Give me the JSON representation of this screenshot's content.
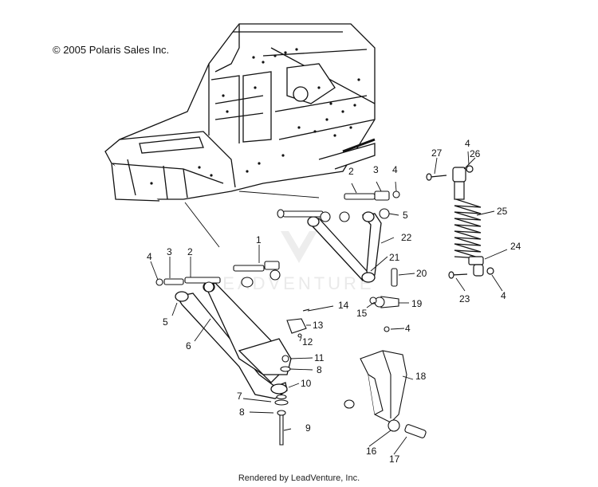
{
  "copyright": "© 2005 Polaris Sales Inc.",
  "footer": "Rendered by LeadVenture, Inc.",
  "watermark": "LEADVENTURE",
  "callouts": [
    {
      "id": "c1",
      "label": "1"
    },
    {
      "id": "c2a",
      "label": "2"
    },
    {
      "id": "c2b",
      "label": "2"
    },
    {
      "id": "c3a",
      "label": "3"
    },
    {
      "id": "c3b",
      "label": "3"
    },
    {
      "id": "c4a",
      "label": "4"
    },
    {
      "id": "c4b",
      "label": "4"
    },
    {
      "id": "c4c",
      "label": "4"
    },
    {
      "id": "c4d",
      "label": "4"
    },
    {
      "id": "c4e",
      "label": "4"
    },
    {
      "id": "c5a",
      "label": "5"
    },
    {
      "id": "c5b",
      "label": "5"
    },
    {
      "id": "c6",
      "label": "6"
    },
    {
      "id": "c7",
      "label": "7"
    },
    {
      "id": "c8a",
      "label": "8"
    },
    {
      "id": "c8b",
      "label": "8"
    },
    {
      "id": "c9",
      "label": "9"
    },
    {
      "id": "c10",
      "label": "10"
    },
    {
      "id": "c11",
      "label": "11"
    },
    {
      "id": "c12",
      "label": "12"
    },
    {
      "id": "c13",
      "label": "13"
    },
    {
      "id": "c14",
      "label": "14"
    },
    {
      "id": "c15",
      "label": "15"
    },
    {
      "id": "c16",
      "label": "16"
    },
    {
      "id": "c17",
      "label": "17"
    },
    {
      "id": "c18",
      "label": "18"
    },
    {
      "id": "c19",
      "label": "19"
    },
    {
      "id": "c20",
      "label": "20"
    },
    {
      "id": "c21",
      "label": "21"
    },
    {
      "id": "c22",
      "label": "22"
    },
    {
      "id": "c23",
      "label": "23"
    },
    {
      "id": "c24",
      "label": "24"
    },
    {
      "id": "c25",
      "label": "25"
    },
    {
      "id": "c26",
      "label": "26"
    },
    {
      "id": "c27",
      "label": "27"
    }
  ]
}
